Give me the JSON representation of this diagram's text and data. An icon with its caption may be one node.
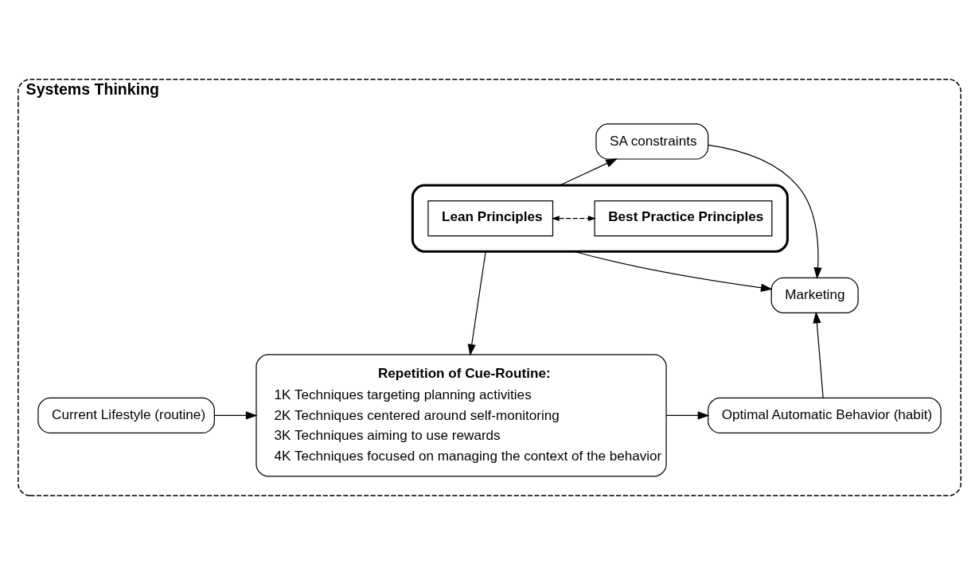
{
  "diagram": {
    "nodes": [
      {
        "text": [
          "Systems Thinking"
        ]
      },
      {
        "text": [
          "SA constraints"
        ],
        "in": 0
      },
      {
        "text": [],
        "shape": "box",
        "in": 0
      },
      {
        "text": [
          "Lean Principles"
        ],
        "in": 2
      },
      {
        "text": [
          "Best Practice Principles"
        ],
        "in": 2
      },
      {
        "text": [
          "Marketing"
        ],
        "in": 0
      },
      {
        "text": [
          "Current Lifestyle (routine)"
        ],
        "in": 0
      },
      {
        "text": [
          "Repetition of Cue-Routine:",
          "1K Techniques targeting planning activities",
          "2K Techniques centered around self-monitoring",
          "3K Techniques aiming to use rewards",
          "4K Techniques focused on managing the context of the behavior"
        ],
        "in": 0
      },
      {
        "text": [
          "Optimal Automatic Behavior (habit)"
        ],
        "in": 0
      }
    ],
    "edges": [
      {
        "from": 2,
        "to": 1,
        "arrow": "to"
      },
      {
        "from": 1,
        "to": 5,
        "arrow": "to"
      },
      {
        "from": 3,
        "to": 4,
        "arrow": "both",
        "style": "dashed"
      },
      {
        "from": 2,
        "to": 5,
        "arrow": "to"
      },
      {
        "from": 2,
        "to": 7,
        "arrow": "to"
      },
      {
        "from": 6,
        "to": 7,
        "arrow": "to"
      },
      {
        "from": 7,
        "to": 8,
        "arrow": "to"
      },
      {
        "from": 8,
        "to": 5,
        "arrow": "to"
      }
    ]
  }
}
